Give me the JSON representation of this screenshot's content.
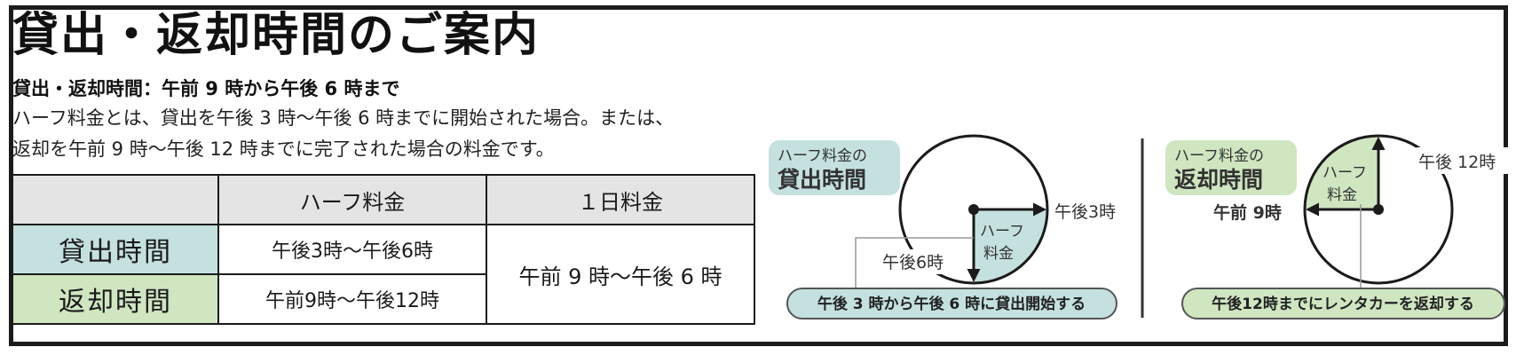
{
  "title": "貸出・返却時間のご案内",
  "subtitle": "貸出・返却時間：午前 9 時から午後 6 時まで",
  "description": [
    "ハーフ料金とは、貸出を午後 3 時～午後 6 時までに開始された場合。または、",
    "返却を午前 9 時～午後 12 時までに完了された場合の料金です。"
  ],
  "table": {
    "headers": [
      "",
      "ハーフ料金",
      "１日料金"
    ],
    "rows": [
      {
        "label": "貸出時間",
        "half": "午後3時～午後6時"
      },
      {
        "label": "返却時間",
        "half": "午前9時～午後12時"
      }
    ],
    "full_day": "午前 9 時～午後 6 時"
  },
  "diagram_lend": {
    "tag_line1": "ハーフ料金の",
    "tag_line2": "貸出時間",
    "right_label": "午後3時",
    "left_label": "午後6時",
    "wedge_line1": "ハーフ",
    "wedge_line2": "料金",
    "caption": "午後 3 時から午後 6 時に貸出開始する"
  },
  "diagram_return": {
    "tag_line1": "ハーフ料金の",
    "tag_line2": "返却時間",
    "top_right_label": "午後 12時",
    "left_label": "午前 9時",
    "wedge_line1": "ハーフ",
    "wedge_line2": "料金",
    "caption": "午後12時までにレンタカーを返却する"
  },
  "colors": {
    "teal_fill": "#c4e1df",
    "green_fill": "#cfe6c1",
    "header_gray": "#e4e4e4",
    "frame": "#1b1b1b"
  }
}
